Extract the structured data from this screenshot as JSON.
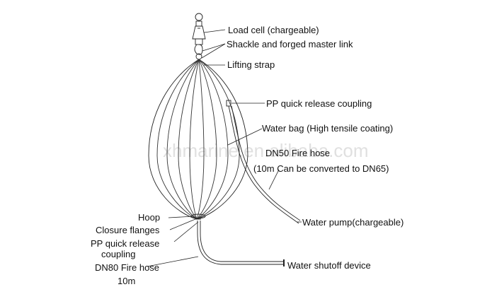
{
  "watermark": "xhmarine.en.alibaba.com",
  "labels": {
    "load_cell": "Load cell (chargeable)",
    "shackle": "Shackle and forged master link",
    "lifting_strap": "Lifting strap",
    "pp_coupling_top": "PP quick release coupling",
    "water_bag": "Water bag (High tensile coating)",
    "dn50_line1": "DN50 Fire hose",
    "dn50_line2": "(10m  Can be converted to DN65)",
    "water_pump": "Water pump(chargeable)",
    "hoop": "Hoop",
    "closure_flanges": "Closure flanges",
    "pp_coupling_bottom_line1": "PP quick release",
    "pp_coupling_bottom_line2": "coupling",
    "dn80_line1": "DN80 Fire hose",
    "dn80_line2": "10m",
    "water_shutoff": "Water shutoff device"
  }
}
